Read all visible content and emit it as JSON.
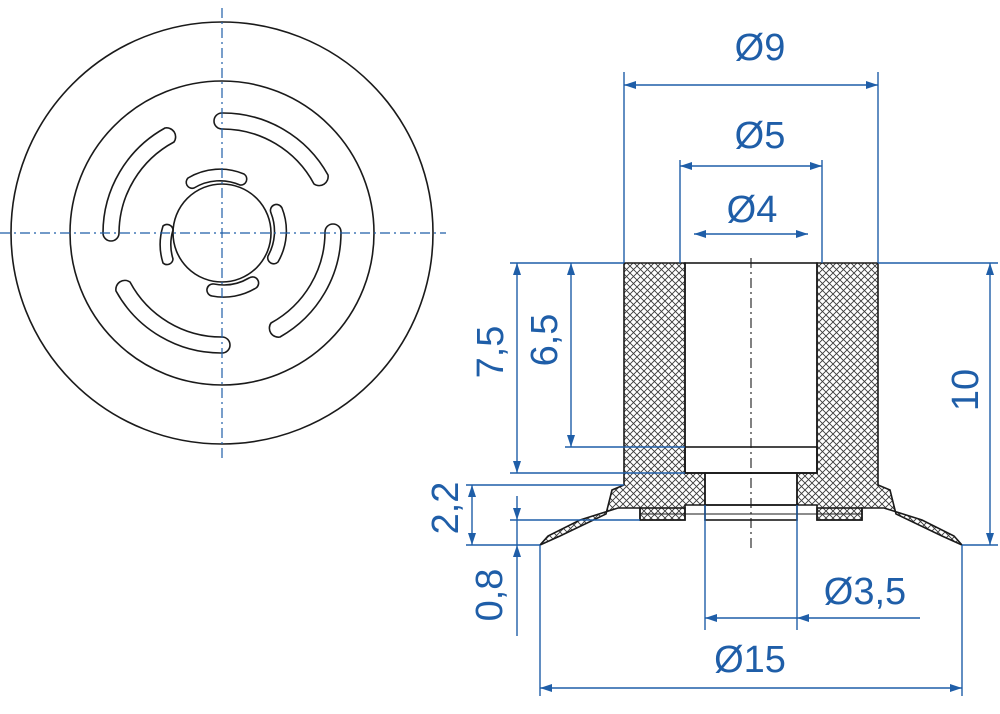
{
  "colors": {
    "line": "#1a1a1a",
    "dimension": "#1f5ea8",
    "center_line": "#1f5ea8",
    "hatch": "#3a3a3a",
    "background": "#ffffff"
  },
  "dimensions": {
    "d9": "Ø9",
    "d5": "Ø5",
    "d4": "Ø4",
    "h7_5": "7,5",
    "h6_5": "6,5",
    "h10": "10",
    "h2_2": "2,2",
    "h0_8": "0,8",
    "d3_5": "Ø3,5",
    "d15": "Ø15"
  }
}
